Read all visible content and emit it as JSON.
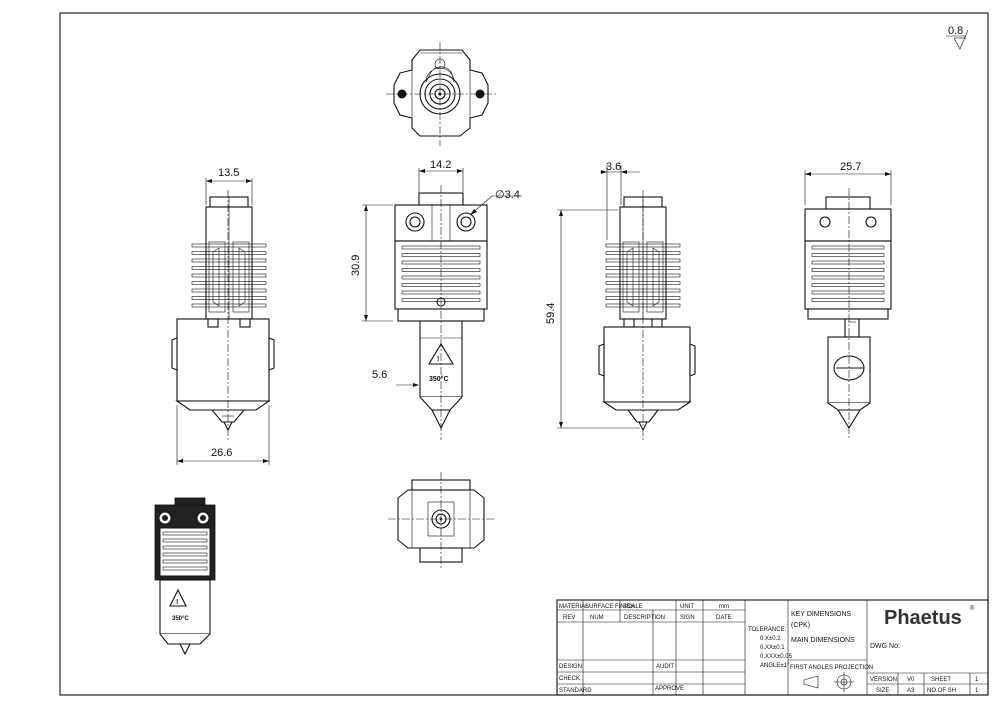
{
  "roughness": {
    "value": "0.8",
    "symbol": "machined-surface-symbol"
  },
  "dimensions": {
    "left_top_width": "13.5",
    "left_bottom_width": "26.6",
    "front_width": "14.2",
    "hole_diameter": "∅3.4",
    "front_height": "30.9",
    "nozzle_width": "5.6",
    "overall_height": "59.4",
    "right_offset": "3.6",
    "back_width": "25.7"
  },
  "labels": {
    "temperature": "350°C",
    "logo_mark": "Phaetus-logo"
  },
  "title_block": {
    "headers": {
      "material": "MATERIAL",
      "finish": "SURFACE FINISH",
      "scale": "SCALE",
      "unit": "UNIT",
      "unit_value": "mm",
      "rev": "REV",
      "num": "NUM",
      "description": "DESCRIPTION",
      "sign": "SIGN",
      "date": "DATE",
      "design": "DESIGN",
      "check": "CHECK",
      "standard": "STANDARD",
      "audit": "AUDIT",
      "approve": "APPROVE"
    },
    "tolerance": {
      "title": "TOLERANCE:",
      "lines": [
        "0.X±0.2",
        "0.XX±0.1",
        "0.XXX±0.05",
        "ANGLE±1°"
      ]
    },
    "notes": {
      "key": "KEY DIMENSIONS",
      "key_note": "(CPK)",
      "main": "MAIN DIMENSIONS",
      "projection": "FIRST ANGLES PROJECTION"
    },
    "brand": "Phaetus",
    "dwg_no": "DWG No:",
    "version_label": "VERSION",
    "version": "V0",
    "sheet_label": "SHEET",
    "sheet": "1",
    "size_label": "SIZE",
    "size": "A3",
    "sheets_label": "NO.OF SH",
    "sheets": "1"
  }
}
